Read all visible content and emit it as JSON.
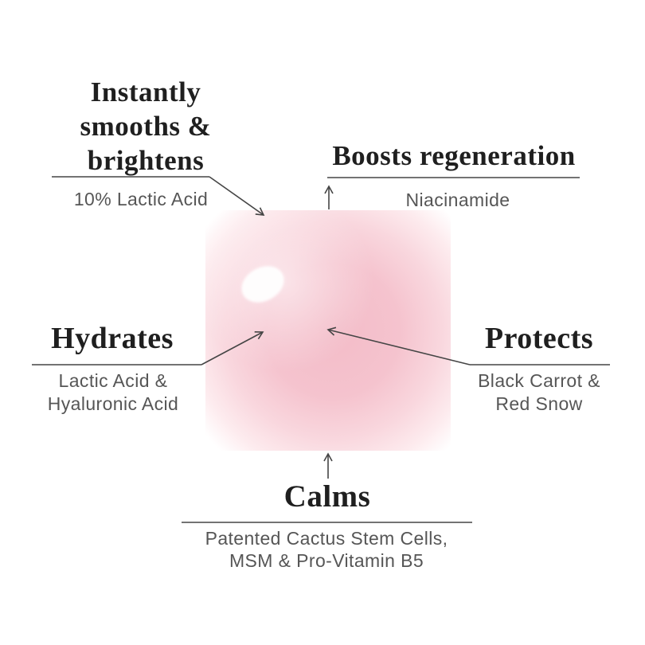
{
  "meta": {
    "type": "product-ingredient-infographic"
  },
  "colors": {
    "background": "#ffffff",
    "heading_text": "#1f1f1f",
    "subtitle_text": "#565656",
    "line": "#454545",
    "blob_pink_core": "#f3bcc8",
    "blob_pink_mid": "#f9d7de",
    "blob_highlight": "#ffffff"
  },
  "callouts": [
    {
      "id": "smooths-brightens",
      "title_lines": [
        "Instantly",
        "smooths &",
        "brightens"
      ],
      "subtitle_lines": [
        "10% Lactic Acid"
      ]
    },
    {
      "id": "regeneration",
      "title_lines": [
        "Boosts regeneration"
      ],
      "subtitle_lines": [
        "Niacinamide"
      ]
    },
    {
      "id": "hydrates",
      "title_lines": [
        "Hydrates"
      ],
      "subtitle_lines": [
        "Lactic Acid &",
        "Hyaluronic Acid"
      ]
    },
    {
      "id": "protects",
      "title_lines": [
        "Protects"
      ],
      "subtitle_lines": [
        "Black Carrot &",
        "Red Snow"
      ]
    },
    {
      "id": "calms",
      "title_lines": [
        "Calms"
      ],
      "subtitle_lines": [
        "Patented Cactus Stem Cells,",
        "MSM & Pro-Vitamin B5"
      ]
    }
  ]
}
